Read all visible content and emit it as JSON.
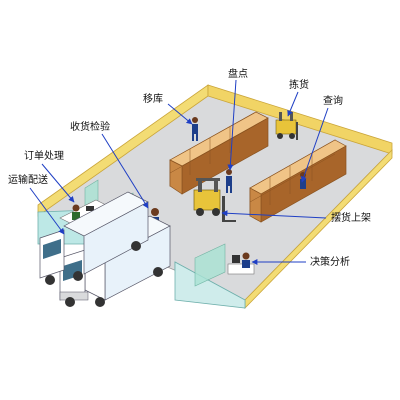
{
  "labels": {
    "yiku": "移库",
    "pandian": "盘点",
    "jianhuo": "拣货",
    "chaxun": "查询",
    "shouhuo": "收货检验",
    "dingdan": "订单处理",
    "yunshu": "运输配送",
    "baihuo": "摆货上架",
    "juece": "决策分析"
  },
  "colors": {
    "floor": "#d9dadc",
    "wall": "#f3dc74",
    "wall_edge": "#caa53a",
    "box": "#e2ae6b",
    "box_dark": "#a8652a",
    "box_line": "#8a5320",
    "truck_cab": "#ffffff",
    "truck_cargo": "#e8f2fa",
    "arrow": "#1f3fc4",
    "glass": "#a9e3d4",
    "forklift": "#e8c43a"
  }
}
